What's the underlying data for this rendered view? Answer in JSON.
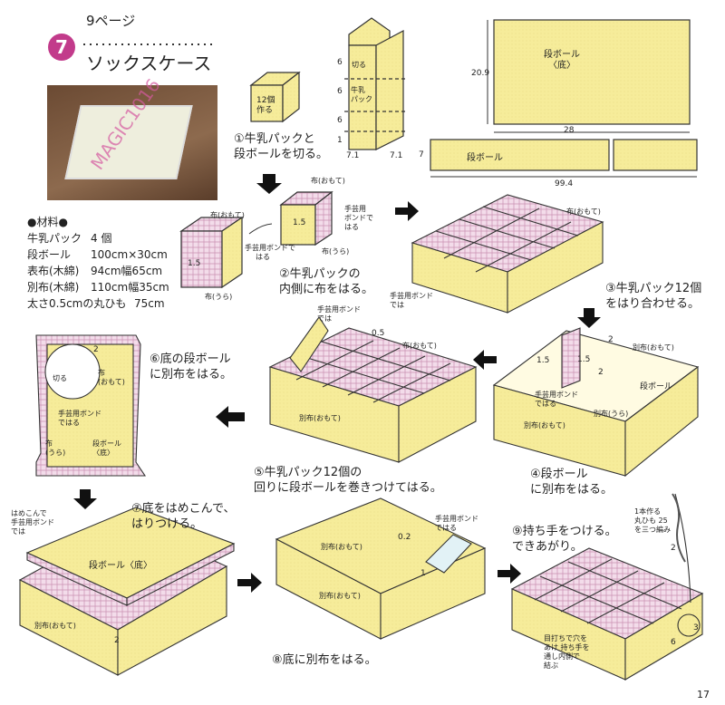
{
  "header": {
    "badge": "7",
    "page_ref": "9ページ",
    "title": "ソックスケース"
  },
  "materials": {
    "heading": "●材料●",
    "items": [
      {
        "name": "牛乳パック",
        "qty": "4 個"
      },
      {
        "name": "段ボール",
        "qty": "100cm×30cm"
      },
      {
        "name": "表布(木綿)",
        "qty": "94cm幅65cm"
      },
      {
        "name": "別布(木綿)",
        "qty": "110cm幅35cm"
      },
      {
        "name": "太さ0.5cmの丸ひも",
        "qty": "75cm"
      }
    ]
  },
  "steps": {
    "s1": [
      "①牛乳パックと",
      "段ボールを切る。"
    ],
    "s2": [
      "②牛乳パックの",
      "内側に布をはる。"
    ],
    "s3": [
      "③牛乳パック12個",
      "をはり合わせる。"
    ],
    "s4": [
      "④段ボール",
      "に別布をはる。"
    ],
    "s5": [
      "⑤牛乳パック12個の",
      "回りに段ボールを巻きつけてはる。"
    ],
    "s6": [
      "⑥底の段ボール",
      "に別布をはる。"
    ],
    "s7": [
      "⑦底をはめこんで、",
      "はりつける。"
    ],
    "s8": [
      "⑧底に別布をはる。"
    ],
    "s9": [
      "⑨持ち手をつける。",
      "できあがり。"
    ]
  },
  "labels": {
    "make12": [
      "12個",
      "作る"
    ],
    "cut": "切る",
    "milk_pack": [
      "牛乳",
      "パック"
    ],
    "cardboard_bottom": [
      "段ボール",
      "〈底〉"
    ],
    "cardboard": "段ボール",
    "cloth_front": "布(おもて)",
    "cloth_back": "布(うら)",
    "bond": [
      "手芸用",
      "ボンドで",
      "はる"
    ],
    "bond2": "手芸用ボンドで",
    "bond2_b": "はる",
    "bond3": [
      "手芸用ボンド",
      "では"
    ],
    "bond4": [
      "手芸用ボンド",
      "ではる"
    ],
    "betsu_front": "別布(おもて)",
    "betsu_back": "別布(うら)",
    "cloth_fold": [
      "布",
      "(おもて)"
    ],
    "bond_step6": [
      "手芸用ボンド",
      "ではる"
    ],
    "cloth_back_step6": [
      "布",
      "(うら)"
    ],
    "cardboard_bottom_step6": [
      "段ボール",
      "〈底〉"
    ],
    "fit_bond": [
      "はめこんで",
      "手芸用ボンド",
      "では"
    ],
    "cardboard_bottom_step7": "段ボール〈底〉",
    "handle_note": [
      "1本作る",
      "丸ひも 25",
      "を三つ編み"
    ],
    "handle_attach": [
      "目打ちで穴を",
      "あけ 持ち手を",
      "通し内側で",
      "結ぶ"
    ],
    "watermark": "MAGIC1016"
  },
  "dimensions": {
    "d6a": "6",
    "d6b": "6",
    "d6c": "6",
    "d1": "1",
    "d71": "7.1",
    "d71b": "7.1",
    "d209": "20.9",
    "d28": "28",
    "d7": "7",
    "d994": "99.4",
    "d15a": "1.5",
    "d15b": "1.5",
    "d15c": "1.5",
    "d15d": "1.5",
    "d2a": "2",
    "d2b": "2",
    "d05": "0.5",
    "d2c": "2",
    "d2d": "2",
    "d02": "0.2",
    "d1b": "1",
    "d2e": "2",
    "d3": "3",
    "d6": "6"
  },
  "page_number": "17",
  "colors": {
    "yellow": "#f6ec9a",
    "pink": "#e8c6d9",
    "line": "#333333",
    "badge": "#c23b8b"
  }
}
